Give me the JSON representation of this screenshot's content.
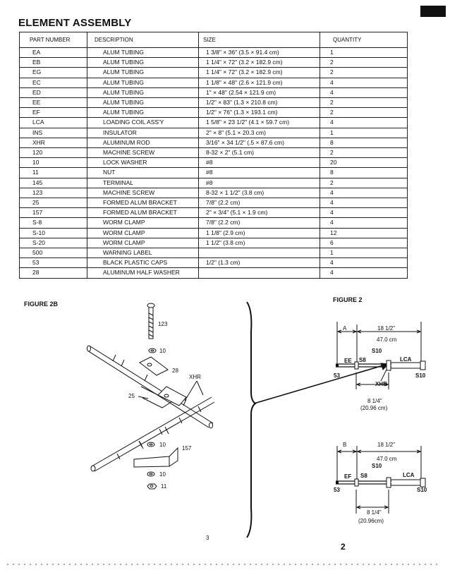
{
  "title": "ELEMENT ASSEMBLY",
  "table": {
    "headers": [
      "PART NUMBER",
      "DESCRIPTION",
      "SIZE",
      "QUANTITY"
    ],
    "rows": [
      [
        "EA",
        "ALUM TUBING",
        "1 3/8\" × 36\" (3.5 × 91.4 cm)",
        "1"
      ],
      [
        "EB",
        "ALUM TUBING",
        "1 1/4\" × 72\" (3.2 × 182.9 cm)",
        "2"
      ],
      [
        "EG",
        "ALUM TUBING",
        "1 1/4\" × 72\" (3.2 × 182.9 cm)",
        "2"
      ],
      [
        "EC",
        "ALUM TUBING",
        "1 1/8\" × 48\" (2.6 × 121.9 cm)",
        "4"
      ],
      [
        "ED",
        "ALUM TUBING",
        "1\" × 48\" (2.54 × 121.9 cm)",
        "4"
      ],
      [
        "EE",
        "ALUM TUBING",
        "1/2\" × 83\" (1.3 × 210.8 cm)",
        "2"
      ],
      [
        "EF",
        "ALUM TUBING",
        "1/2\" × 76\" (1.3 × 193.1 cm)",
        "2"
      ],
      [
        "LCA",
        "LOADING COIL ASS'Y",
        "1 5/8\" × 23 1/2\" (4.1 × 59.7 cm)",
        "4"
      ],
      [
        "INS",
        "INSULATOR",
        "2\" × 8\" (5.1 × 20.3 cm)",
        "1"
      ],
      [
        "XHR",
        "ALUMINUM ROD",
        "3/16\" × 34 1/2\" (.5 × 87.6 cm)",
        "8"
      ],
      [
        "120",
        "MACHINE SCREW",
        "8-32 × 2\" (5.1 cm)",
        "2"
      ],
      [
        "10",
        "LOCK WASHER",
        "#8",
        "20"
      ],
      [
        "11",
        "NUT",
        "#8",
        "8"
      ],
      [
        "145",
        "TERMINAL",
        "#8",
        "2"
      ],
      [
        "123",
        "MACHINE SCREW",
        "8-32 × 1 1/2\" (3.8 cm)",
        "4"
      ],
      [
        "25",
        "FORMED ALUM BRACKET",
        "7/8\" (2.2 cm)",
        "4"
      ],
      [
        "157",
        "FORMED ALUM BRACKET",
        "2\" × 3/4\" (5.1 × 1.9 cm)",
        "4"
      ],
      [
        "S-8",
        "WORM CLAMP",
        "7/8\" (2.2 cm)",
        "4"
      ],
      [
        "S-10",
        "WORM CLAMP",
        "1 1/8\" (2.9 cm)",
        "12"
      ],
      [
        "S-20",
        "WORM CLAMP",
        "1 1/2\" (3.8 cm)",
        "6"
      ],
      [
        "500",
        "WARNING LABEL",
        "",
        "1"
      ],
      [
        "53",
        "BLACK PLASTIC CAPS",
        "1/2\" (1.3 cm)",
        "4"
      ],
      [
        "28",
        "ALUMINUM HALF WASHER",
        "",
        "4"
      ]
    ]
  },
  "figure_2b": {
    "label": "FIGURE 2B",
    "parts": {
      "screw": "123",
      "washer_top": "10",
      "half_washer": "28",
      "rod": "XHR",
      "bracket_25": "25",
      "washer_mid": "10",
      "bracket_157": "157",
      "washer_low": "10",
      "nut": "11"
    }
  },
  "figure_2": {
    "label": "FIGURE 2",
    "top": {
      "dim_a": "A",
      "dim_len": "18 1/2\"",
      "dim_cm": "47.0 cm",
      "tube": "EE",
      "clamp_s8": "S8",
      "clamp_s10_top": "S10",
      "coil": "LCA",
      "cap": "53",
      "clamp_s10_end": "S10",
      "rod": "XHR",
      "dim_short": "8 1/4\"",
      "dim_short_cm": "(20.96 cm)"
    },
    "bottom": {
      "dim_b": "B",
      "dim_len": "18 1/2\"",
      "dim_cm": "47.0 cm",
      "tube": "EF",
      "clamp_s8": "S8",
      "clamp_s10_top": "S10",
      "coil": "LCA",
      "cap": "53",
      "clamp_s10_end": "S10",
      "dim_short": "8 1/4\"",
      "dim_short_cm": "(20.96cm)"
    }
  },
  "footer": {
    "page_number": "3",
    "hand_mark": "2"
  }
}
